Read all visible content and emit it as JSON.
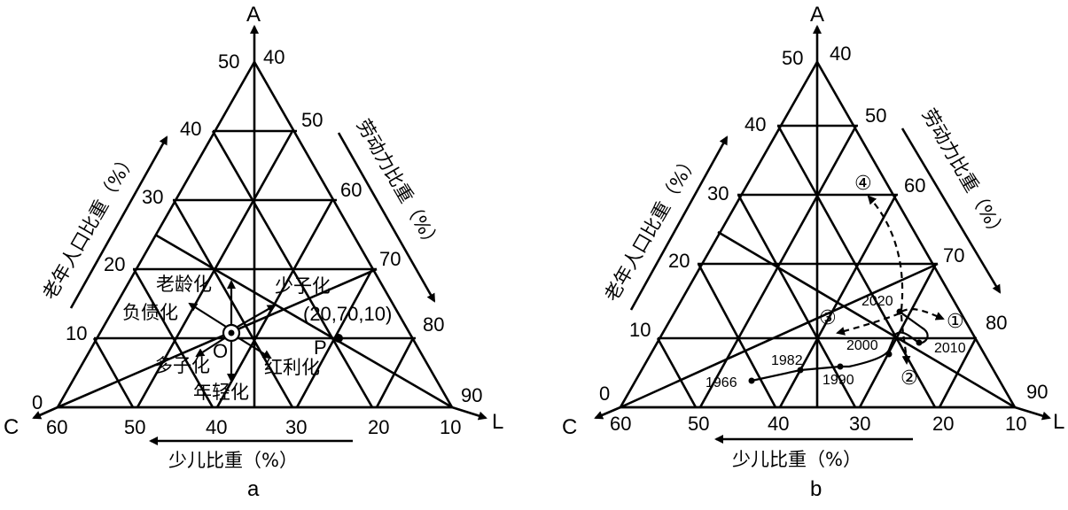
{
  "diagram_a": {
    "caption": "a",
    "axis_top": "A",
    "axis_left": "C",
    "axis_right": "L",
    "left_edge_title": "老年人口比重（%）",
    "right_edge_title": "劳动力比重（%）",
    "bottom_title": "少儿比重（%）",
    "left_ticks": [
      "0",
      "10",
      "20",
      "30",
      "40",
      "50"
    ],
    "right_ticks": [
      "40",
      "50",
      "60",
      "70",
      "80",
      "90"
    ],
    "bottom_ticks": [
      "60",
      "50",
      "40",
      "30",
      "20",
      "10"
    ],
    "point_o": "O",
    "point_p": "P",
    "arrow_labels": {
      "aging": "老龄化",
      "debt": "负债化",
      "fewer_children": "少子化",
      "coords": "(20,70,10)",
      "more_children": "多子化",
      "younger": "年轻化",
      "dividend": "红利化"
    }
  },
  "diagram_b": {
    "caption": "b",
    "axis_top": "A",
    "axis_left": "C",
    "axis_right": "L",
    "left_edge_title": "老年人口比重（%）",
    "right_edge_title": "劳动力比重（%）",
    "bottom_title": "少儿比重（%）",
    "left_ticks": [
      "0",
      "10",
      "20",
      "30",
      "40",
      "50"
    ],
    "right_ticks": [
      "40",
      "50",
      "60",
      "70",
      "80",
      "90"
    ],
    "bottom_ticks": [
      "60",
      "50",
      "40",
      "30",
      "20",
      "10"
    ],
    "years": [
      "1966",
      "1982",
      "1990",
      "2000",
      "2010",
      "2020"
    ],
    "markers": [
      "①",
      "②",
      "③",
      "④"
    ]
  }
}
